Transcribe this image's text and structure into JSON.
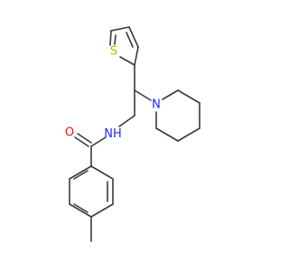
{
  "molecule": {
    "atoms": {
      "O": {
        "symbol": "O"
      },
      "NH": {
        "symbol": "N",
        "suffix": "H"
      },
      "N_pip": {
        "symbol": "N"
      },
      "S": {
        "symbol": "S"
      }
    }
  },
  "colors": {
    "bond": "#3a3a3a",
    "oxygen": "#ff0d0d",
    "nitrogen": "#1e26ff",
    "sulfur": "#c8a800",
    "background": "#ffffff"
  }
}
